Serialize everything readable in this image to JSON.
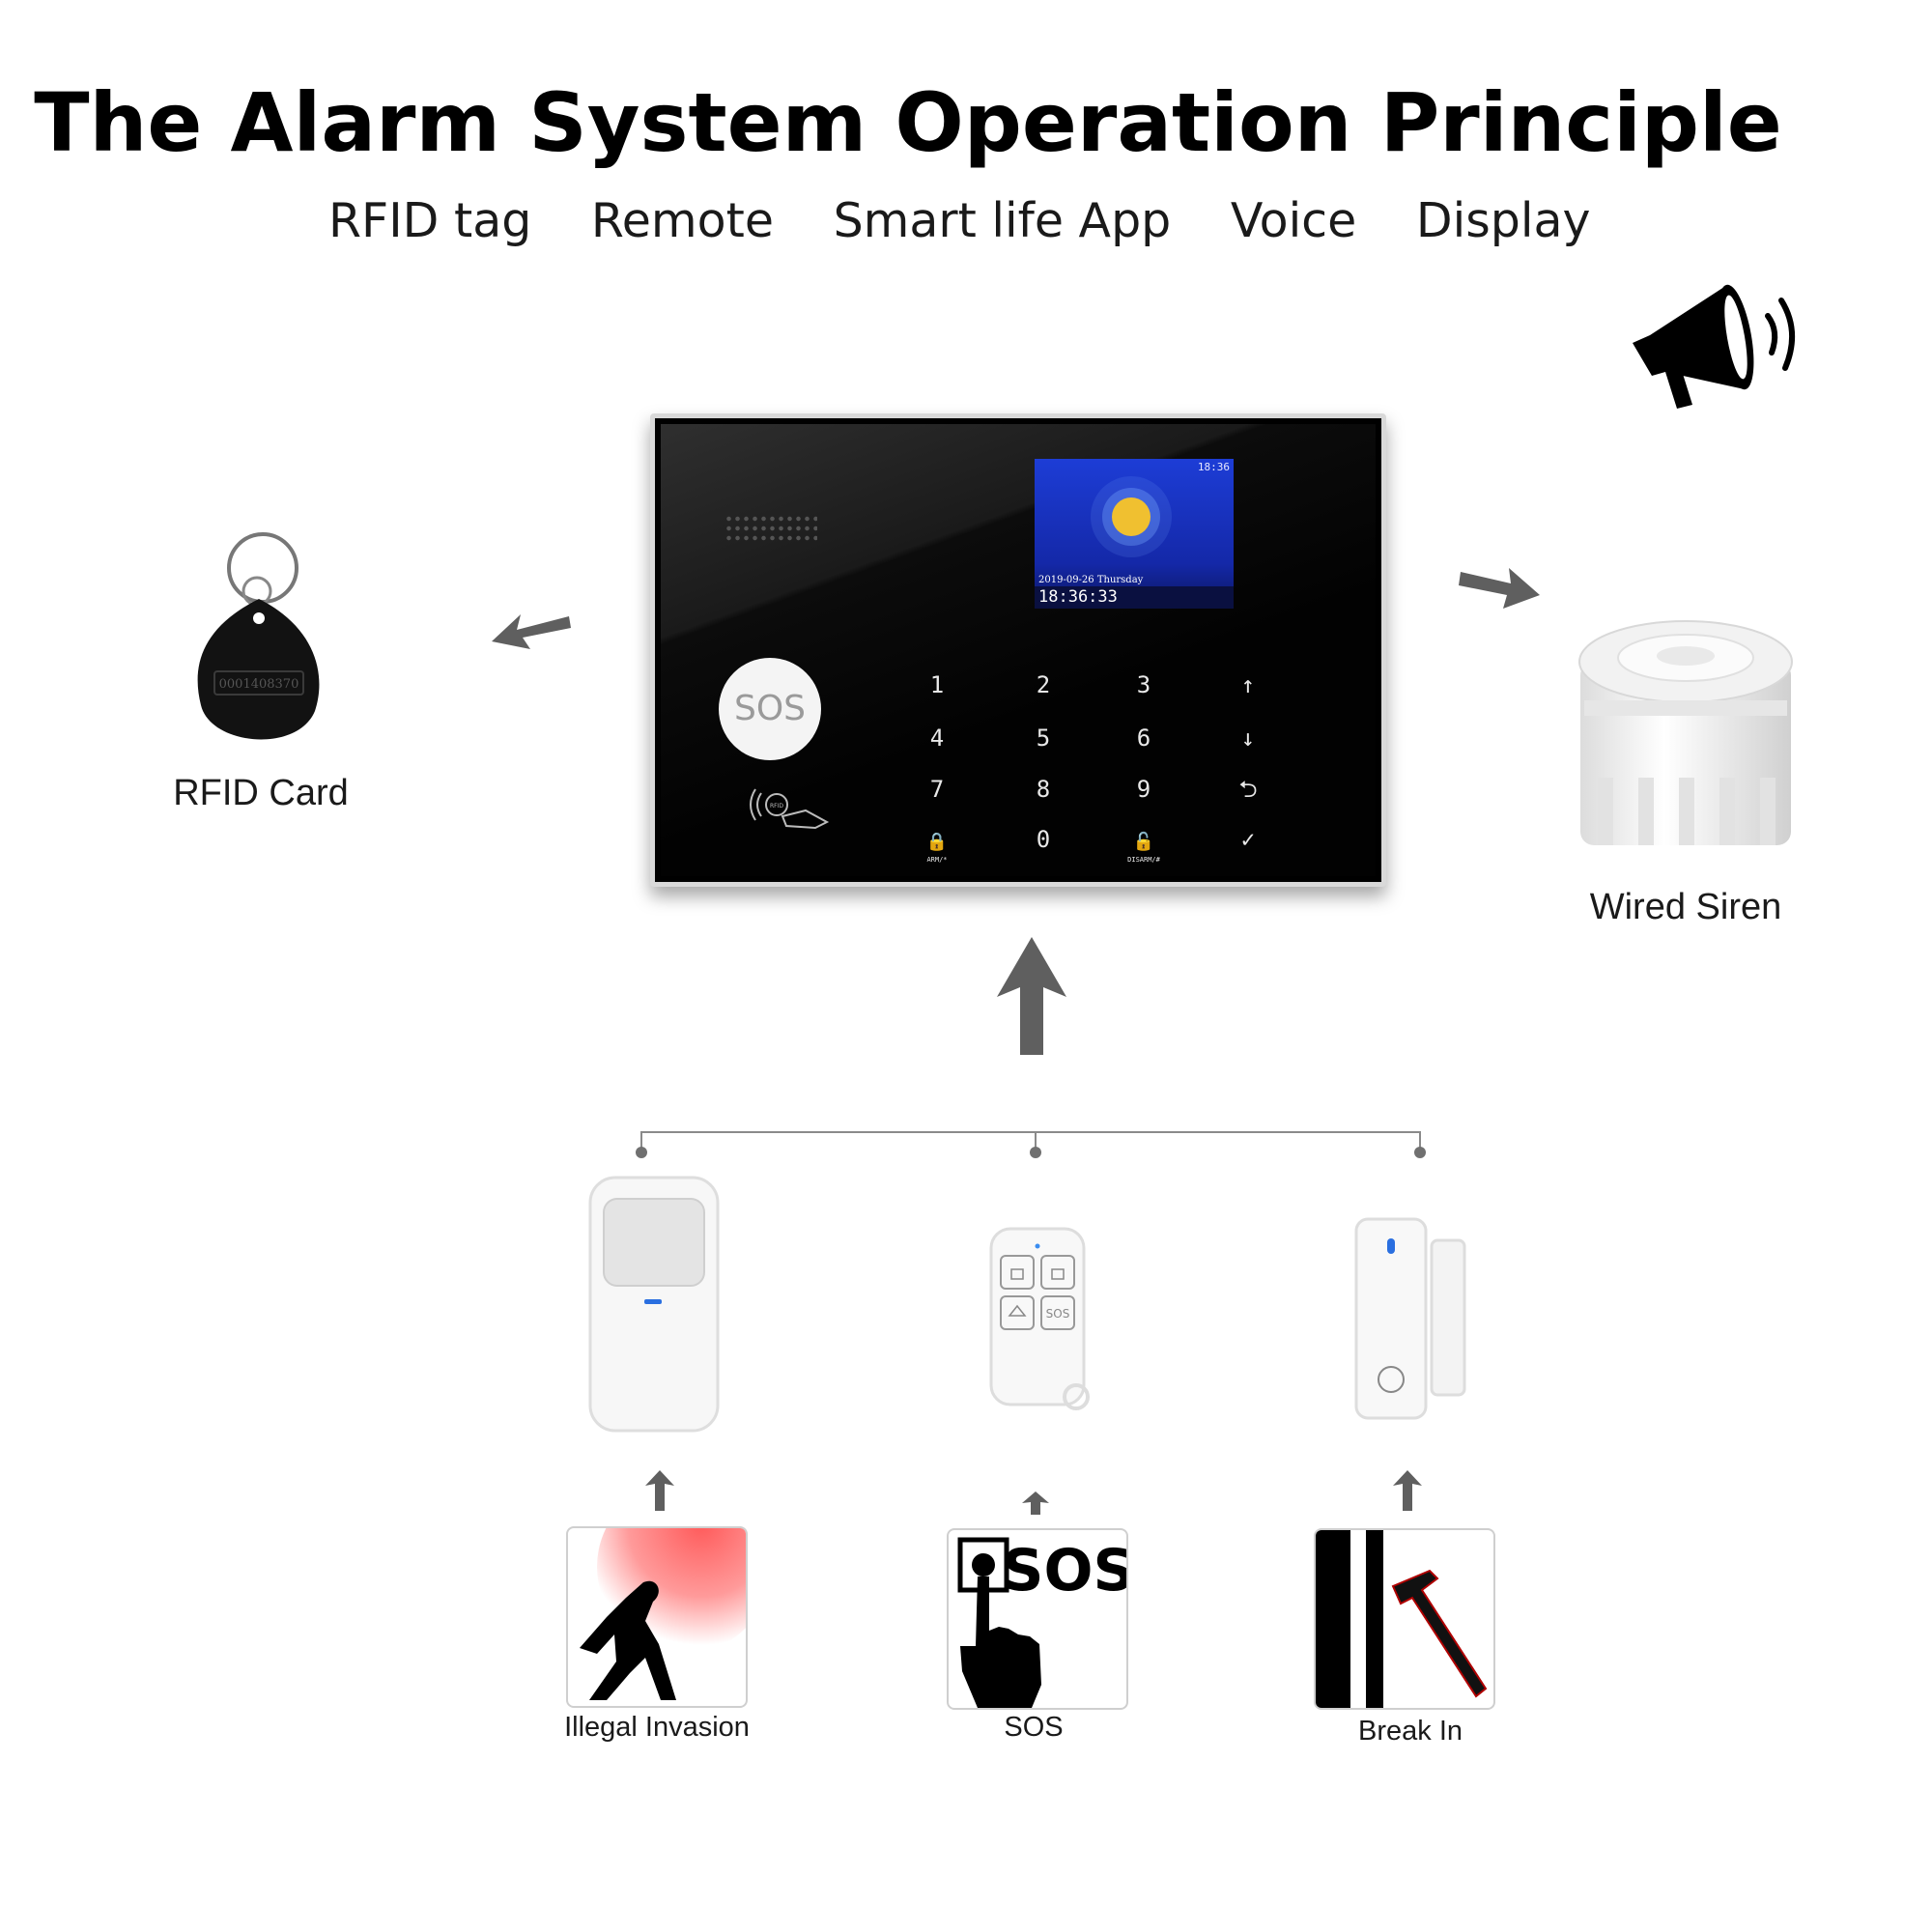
{
  "title": "The Alarm System Operation Principle",
  "features": [
    "RFID tag",
    "Remote",
    "Smart life App",
    "Voice",
    "Display"
  ],
  "panel": {
    "lcd_status": "18:36",
    "lcd_date": "2019-09-26 Thursday",
    "lcd_time": "18:36:33",
    "sos_label": "SOS",
    "keys": [
      "1",
      "2",
      "3",
      "↑",
      "4",
      "5",
      "6",
      "↓",
      "7",
      "8",
      "9",
      "⮌",
      "",
      "0",
      "",
      "✓"
    ],
    "arm_label": "ARM/*",
    "disarm_label": "DISARM/#",
    "rfid_reader_text": "RFID"
  },
  "rfid": {
    "label": "RFID Card",
    "tag_number": "0001408370"
  },
  "siren": {
    "label": "Wired Siren"
  },
  "remote": {
    "sos_key": "SOS"
  },
  "triggers": [
    {
      "label": "Illegal Invasion"
    },
    {
      "label": "SOS",
      "sign_text": "SOS"
    },
    {
      "label": "Break In"
    }
  ],
  "colors": {
    "arrow": "#5f5f5f",
    "lcd_blue": "#1d3dd6",
    "invasion_red": "#ff5a5a",
    "panel": "#050505"
  }
}
